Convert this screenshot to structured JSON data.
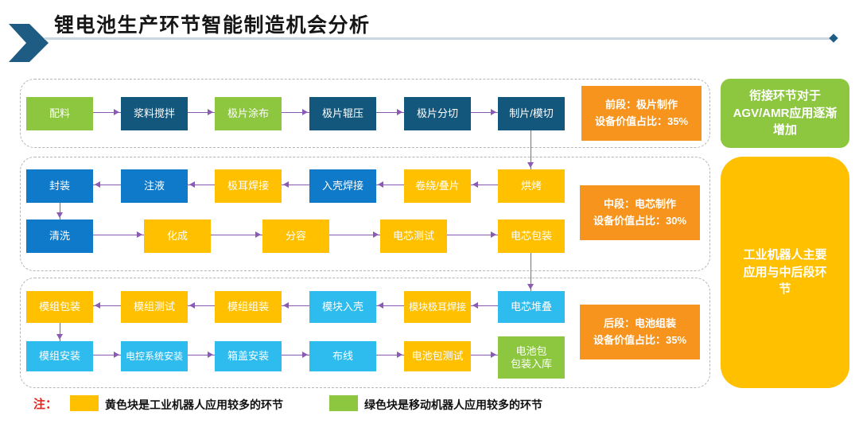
{
  "title": "锂电池生产环节智能制造机会分析",
  "colors": {
    "green": "#8dc63f",
    "darkblue": "#14577d",
    "blue": "#0e7ac9",
    "cyan": "#2ebcef",
    "yellow": "#ffc000",
    "orange": "#f7941d",
    "purple": "#8a5ab5",
    "red": "#e8231a",
    "chevron": "#1f5c83",
    "titleline": "#c9d7e3"
  },
  "sections": [
    {
      "stage_label": {
        "line1": "前段：极片制作",
        "line2": "设备价值占比：35%"
      },
      "rows": [
        {
          "direction": "right",
          "boxes": [
            {
              "label": "配料",
              "color": "green"
            },
            {
              "label": "浆料搅拌",
              "color": "darkblue"
            },
            {
              "label": "极片涂布",
              "color": "green"
            },
            {
              "label": "极片辊压",
              "color": "darkblue"
            },
            {
              "label": "极片分切",
              "color": "darkblue"
            },
            {
              "label": "制片/模切",
              "color": "darkblue"
            }
          ]
        }
      ]
    },
    {
      "stage_label": {
        "line1": "中段：电芯制作",
        "line2": "设备价值占比：30%"
      },
      "rows": [
        {
          "direction": "left",
          "boxes": [
            {
              "label": "封装",
              "color": "blue"
            },
            {
              "label": "注液",
              "color": "blue"
            },
            {
              "label": "极耳焊接",
              "color": "yellow"
            },
            {
              "label": "入壳焊接",
              "color": "blue"
            },
            {
              "label": "卷绕/叠片",
              "color": "yellow"
            },
            {
              "label": "烘烤",
              "color": "yellow"
            }
          ]
        },
        {
          "direction": "right",
          "boxes": [
            {
              "label": "清洗",
              "color": "blue"
            },
            {
              "label": "化成",
              "color": "yellow"
            },
            {
              "label": "分容",
              "color": "yellow"
            },
            {
              "label": "电芯测试",
              "color": "yellow"
            },
            {
              "label": "电芯包装",
              "color": "yellow"
            }
          ]
        }
      ]
    },
    {
      "stage_label": {
        "line1": "后段：电池组装",
        "line2": "设备价值占比：35%"
      },
      "rows": [
        {
          "direction": "left",
          "boxes": [
            {
              "label": "模组包装",
              "color": "yellow"
            },
            {
              "label": "模组测试",
              "color": "yellow"
            },
            {
              "label": "模组组装",
              "color": "yellow"
            },
            {
              "label": "模块入壳",
              "color": "cyan"
            },
            {
              "label": "模块极耳焊接",
              "color": "yellow"
            },
            {
              "label": "电芯堆叠",
              "color": "cyan"
            }
          ]
        },
        {
          "direction": "right",
          "boxes": [
            {
              "label": "模组安装",
              "color": "cyan"
            },
            {
              "label": "电控系统安装",
              "color": "cyan"
            },
            {
              "label": "箱盖安装",
              "color": "cyan"
            },
            {
              "label": "布线",
              "color": "cyan"
            },
            {
              "label": "电池包测试",
              "color": "yellow"
            },
            {
              "label": "电池包包装入库",
              "lines": [
                "电池包",
                "包装入库"
              ],
              "color": "green"
            }
          ]
        }
      ]
    }
  ],
  "side_notes": {
    "green": {
      "lines": [
        "衔接环节对于",
        "AGV/AMR应用逐渐",
        "增加"
      ]
    },
    "yellow": {
      "lines": [
        "工业机器人主要",
        "应用与中后段环",
        "节"
      ]
    }
  },
  "legend": {
    "prefix": "注：",
    "items": [
      {
        "color": "yellow",
        "text": "黄色块是工业机器人应用较多的环节"
      },
      {
        "color": "green",
        "text": "绿色块是移动机器人应用较多的环节"
      }
    ]
  }
}
